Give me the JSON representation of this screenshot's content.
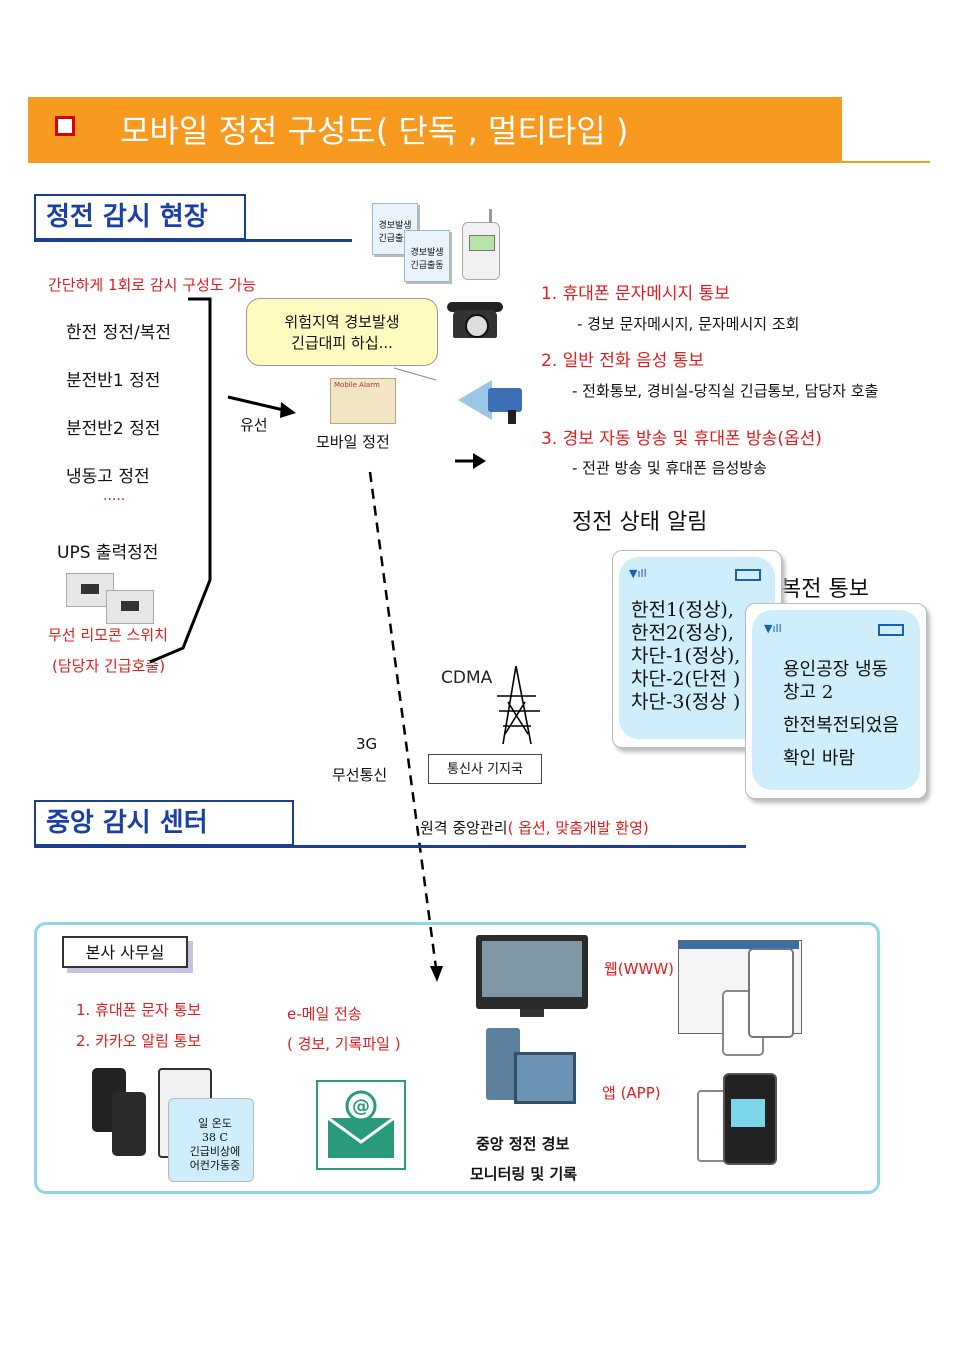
{
  "banner": {
    "title": "모바일 정전 구성도( 단독 , 멀티타입 )"
  },
  "field_section": {
    "heading": "정전 감시 현장",
    "note": "간단하게 1회로 감시 구성도 가능",
    "items": [
      "한전 정전/복전",
      "분전반1 정전",
      "분전반2 정전",
      "냉동고 정전",
      ".....",
      "UPS 출력정전"
    ],
    "remote_switch": "무선 리모콘 스위치",
    "remote_note": "(담당자 긴급호출)",
    "wired_label": "유선"
  },
  "doc_cards": [
    {
      "line1": "경보발생",
      "line2": "긴급출동"
    },
    {
      "line1": "경보발생",
      "line2": "긴급출동"
    }
  ],
  "bubble": {
    "line1": "위험지역 경보발생",
    "line2": "긴급대피 하십..."
  },
  "device": {
    "badge": "Mobile Alarm",
    "label": "모바일 정전"
  },
  "notifications": [
    {
      "title": "1. 휴대폰 문자메시지  통보",
      "detail": "- 경보 문자메시지, 문자메시지 조회"
    },
    {
      "title": "2. 일반 전화 음성 통보",
      "detail": "- 전화통보, 경비실-당직실 긴급통보, 담당자 호출"
    },
    {
      "title": "3. 경보 자동 방송 및 휴대폰 방송(옵션)",
      "detail": "- 전관 방송 및 휴대폰 음성방송"
    }
  ],
  "status": {
    "title": "정전 상태 알림",
    "restore_title": "복전 통보",
    "phone1": [
      "한전1(정상),",
      "한전2(정상),",
      "차단-1(정상),",
      "차단-2(단전 )",
      "차단-3(정상 )"
    ],
    "phone2": [
      "용인공장 냉동",
      "창고 2",
      "한전복전되었음",
      "확인 바람"
    ]
  },
  "network": {
    "cdma": "CDMA",
    "base_station": "통신사 기지국",
    "g3": "3G",
    "wireless": "무선통신"
  },
  "center_section": {
    "heading": "중앙 감시 센터",
    "remote_black": "원격 중앙관리",
    "remote_red": "( 옵션, 맞춤개발 환영)",
    "office": "본사 사무실",
    "office_items": [
      "1.  휴대폰 문자 통보",
      "2.  카카오 알림 통보"
    ],
    "email_title": "e-메일 전송",
    "email_sub": "( 경보, 기록파일 )",
    "web_label": "웹(WWW)",
    "app_label": "앱  (APP)",
    "monitor_line1": "중앙 정전 경보",
    "monitor_line2": "모니터링 및 기록",
    "phone_snippet": [
      "일 온도",
      "38 C",
      "긴급비상에",
      "어컨가동중"
    ]
  }
}
